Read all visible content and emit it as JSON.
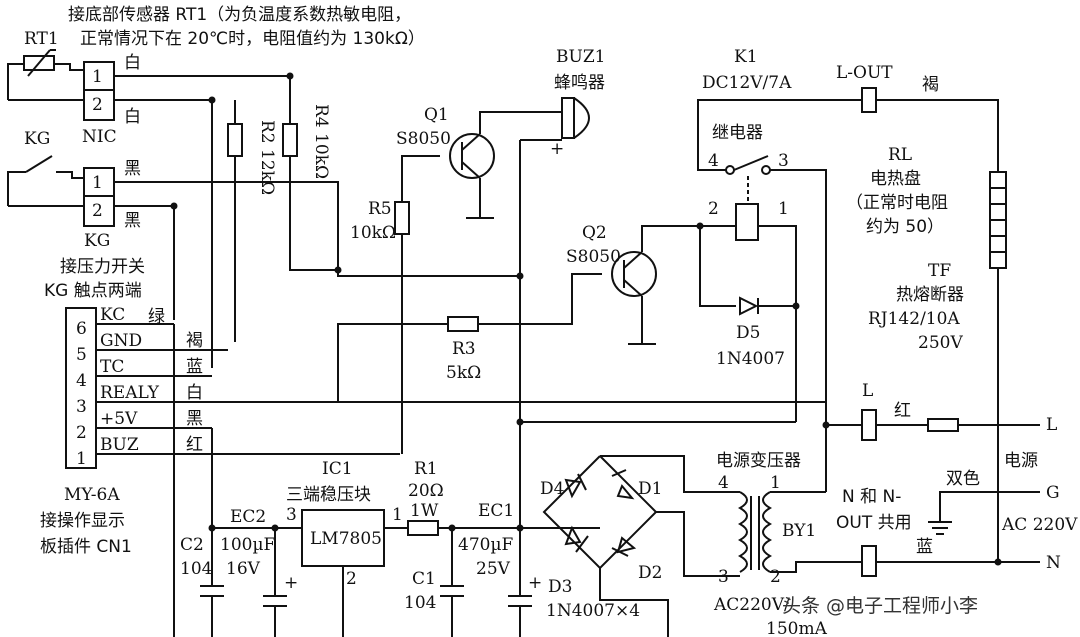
{
  "notes": {
    "rt1_note_line1": "接底部传感器 RT1（为负温度系数热敏电阻，",
    "rt1_note_line2": "正常情况下在 20℃时，电阻值约为 130kΩ）",
    "kg_note_line1": "接压力开关",
    "kg_note_line2": "KG 触点两端"
  },
  "components": {
    "rt1": "RT1",
    "kg": "KG",
    "nic": "NIC",
    "conn_pin1": "1",
    "conn_pin2": "2",
    "r2": "R2 12kΩ",
    "r4": "R4 10kΩ",
    "q1_name": "Q1",
    "q1_type": "S8050",
    "r5_name": "R5",
    "r5_value": "10kΩ",
    "buz_name": "BUZ1",
    "buz_desc": "蜂鸣器",
    "buz_plus": "+",
    "q2_name": "Q2",
    "q2_type": "S8050",
    "r3_name": "R3",
    "r3_value": "5kΩ",
    "k1_name": "K1",
    "k1_rating": "DC12V/7A",
    "relay_desc": "继电器",
    "relay_pin4": "4",
    "relay_pin3": "3",
    "relay_pin2": "2",
    "relay_pin1": "1",
    "d5_name": "D5",
    "d5_type": "1N4007",
    "lout": "L-OUT",
    "rl_name": "RL",
    "rl_desc1": "电热盘",
    "rl_desc2": "（正常时电阻",
    "rl_desc3": "约为 50）",
    "tf_name": "TF",
    "tf_desc": "热熔断器",
    "tf_rating1": "RJ142/10A",
    "tf_rating2": "250V",
    "l_box": "L",
    "l_terminal": "L",
    "power_label": "电源",
    "twocolor": "双色",
    "g_terminal": "G",
    "ac_label": "AC 220V",
    "n_terminal": "N",
    "n_shared1": "N 和 N-",
    "n_shared2": "OUT 共用",
    "ic1_name": "IC1",
    "ic1_desc": "三端稳压块",
    "ic1_type": "LM7805",
    "ic1_pin3": "3",
    "ic1_pin1": "1",
    "ic1_pin2": "2",
    "r1_name": "R1",
    "r1_value": "20Ω",
    "r1_power": "1W",
    "ec1_name": "EC1",
    "ec1_value": "470µF",
    "ec1_voltage": "25V",
    "ec2_name": "EC2",
    "ec2_value": "100µF",
    "ec2_voltage": "16V",
    "c1_name": "C1",
    "c1_value": "104",
    "c2_name": "C2",
    "c2_value": "104",
    "d1": "D1",
    "d2": "D2",
    "d3": "D3",
    "d4": "D4",
    "d_bridge_type": "1N4007×4",
    "transformer_desc": "电源变压器",
    "by1": "BY1",
    "tr_pin4": "4",
    "tr_pin1": "1",
    "tr_pin3": "3",
    "tr_pin2": "2",
    "tr_rating1": "AC220V/",
    "tr_rating2": "150mA",
    "cn1_line1": "MY-6A",
    "cn1_line2": "接操作显示",
    "cn1_line3": "板插件 CN1"
  },
  "cn1_pins": [
    {
      "num": "6",
      "signal": "KC"
    },
    {
      "num": "5",
      "signal": "GND"
    },
    {
      "num": "4",
      "signal": "TC"
    },
    {
      "num": "3",
      "signal": "REALY"
    },
    {
      "num": "2",
      "signal": "+5V"
    },
    {
      "num": "1",
      "signal": "BUZ"
    }
  ],
  "wire_colors": {
    "rt1_top": "白",
    "rt1_bottom": "白",
    "kg_top": "黑",
    "kg_bottom": "黑",
    "kc": "绿",
    "gnd": "褐",
    "tc": "蓝",
    "realy": "白",
    "v5": "黑",
    "buz": "红",
    "lout": "褐",
    "l": "红",
    "n": "蓝"
  },
  "watermark": "头条 @电子工程师小李"
}
